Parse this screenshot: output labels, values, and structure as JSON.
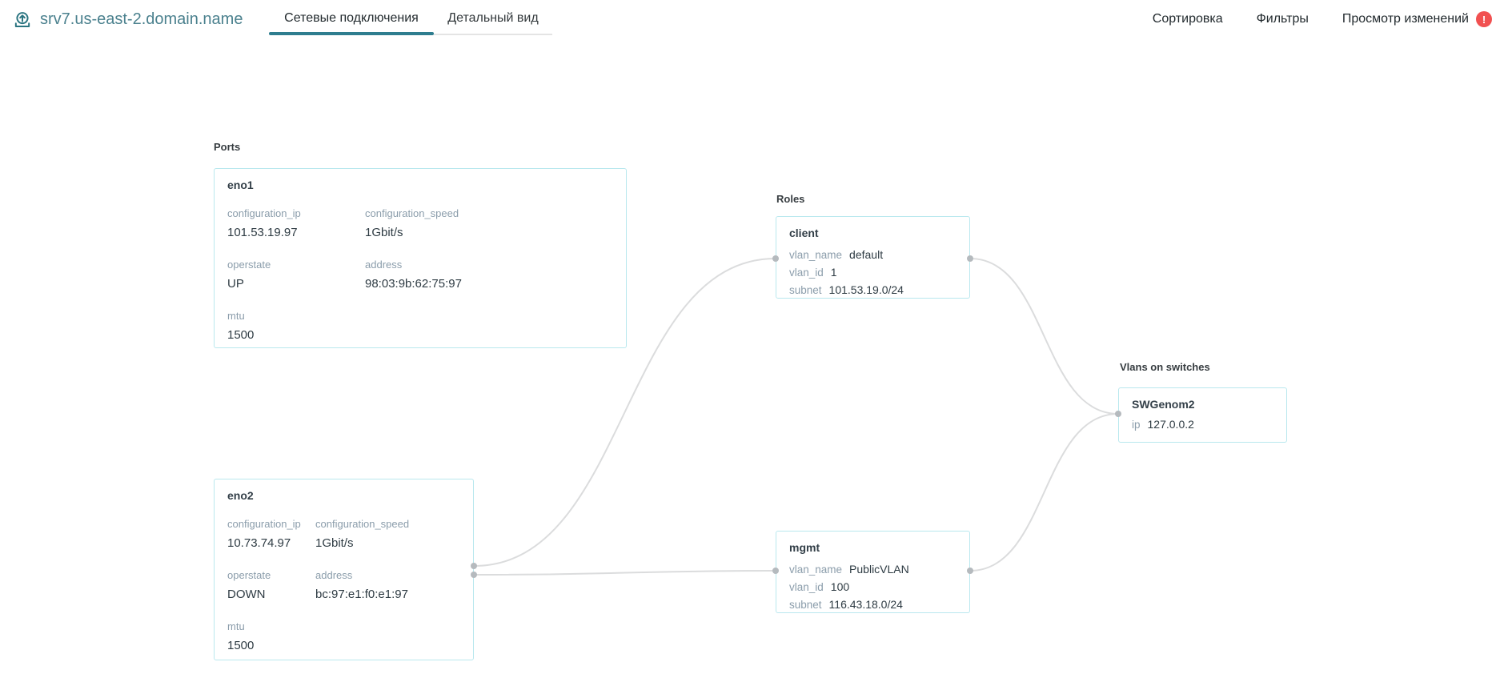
{
  "header": {
    "title": "srv7.us-east-2.domain.name",
    "logo_icon": "server-upload-icon",
    "tabs": [
      {
        "label": "Сетевые подключения",
        "active": true
      },
      {
        "label": "Детальный вид",
        "active": false
      }
    ],
    "actions": [
      {
        "label": "Сортировка"
      },
      {
        "label": "Фильтры"
      },
      {
        "label": "Просмотр изменений",
        "badge": "!"
      }
    ]
  },
  "colors": {
    "accent_teal": "#2e7d8f",
    "title_teal": "#4b818e",
    "card_border": "#b9e8ee",
    "field_label_gray": "#8b9dab",
    "value_dark": "#2e3b43",
    "connector_gray": "#dbdcdd",
    "connector_dot": "#b5babe",
    "badge_red": "#f15050"
  },
  "diagram": {
    "ports": {
      "label": "Ports",
      "eno1": {
        "title": "eno1",
        "fields": [
          {
            "label": "configuration_ip",
            "value": "101.53.19.97"
          },
          {
            "label": "configuration_speed",
            "value": "1Gbit/s"
          },
          {
            "label": "operstate",
            "value": "UP"
          },
          {
            "label": "address",
            "value": "98:03:9b:62:75:97"
          },
          {
            "label": "mtu",
            "value": "1500"
          }
        ]
      },
      "eno2": {
        "title": "eno2",
        "fields": [
          {
            "label": "configuration_ip",
            "value": "10.73.74.97"
          },
          {
            "label": "configuration_speed",
            "value": "1Gbit/s"
          },
          {
            "label": "operstate",
            "value": "DOWN"
          },
          {
            "label": "address",
            "value": "bc:97:e1:f0:e1:97"
          },
          {
            "label": "mtu",
            "value": "1500"
          }
        ]
      }
    },
    "roles": {
      "label": "Roles",
      "client": {
        "title": "client",
        "rows": [
          {
            "label": "vlan_name",
            "value": "default"
          },
          {
            "label": "vlan_id",
            "value": "1"
          },
          {
            "label": "subnet",
            "value": "101.53.19.0/24"
          }
        ]
      },
      "mgmt": {
        "title": "mgmt",
        "rows": [
          {
            "label": "vlan_name",
            "value": "PublicVLAN"
          },
          {
            "label": "vlan_id",
            "value": "100"
          },
          {
            "label": "subnet",
            "value": "116.43.18.0/24"
          }
        ]
      }
    },
    "vlans": {
      "label": "Vlans on switches",
      "swgenom2": {
        "title": "SWGenom2",
        "rows": [
          {
            "label": "ip",
            "value": "127.0.0.2"
          }
        ]
      }
    },
    "connections": [
      {
        "from": "eno2",
        "to": "client"
      },
      {
        "from": "eno2",
        "to": "mgmt"
      },
      {
        "from": "client",
        "to": "SWGenom2"
      },
      {
        "from": "mgmt",
        "to": "SWGenom2"
      }
    ]
  }
}
